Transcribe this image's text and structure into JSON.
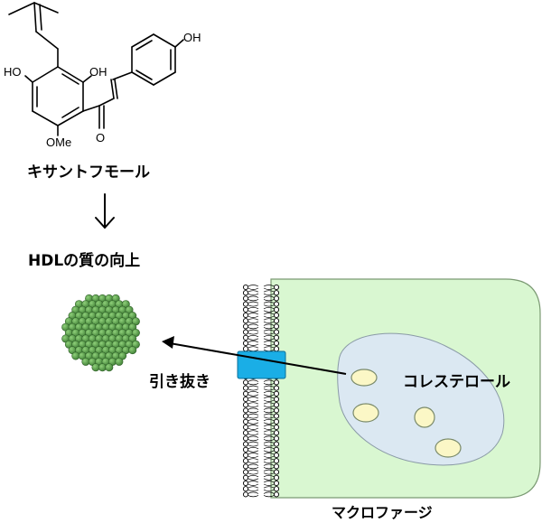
{
  "molecule": {
    "name": "キサントフモール",
    "atoms": {
      "oh_top": "OH",
      "oh_left": "HO",
      "oh_mid": "OH",
      "ome": "OMe",
      "carbonyl_o": "O"
    }
  },
  "labels": {
    "hdl_quality": "HDLの質の向上",
    "efflux": "引き抜き",
    "cholesterol": "コレステロール",
    "macrophage": "マクロファージ"
  },
  "colors": {
    "cell_fill": "#d9f7d1",
    "cell_border": "#7b9a73",
    "nucleus_fill": "#dbe8f2",
    "droplet_fill": "#fbf7c6",
    "droplet_border": "#7a8a6a",
    "transporter": "#1aaee6",
    "hdl_particle": "#5fa84a"
  }
}
